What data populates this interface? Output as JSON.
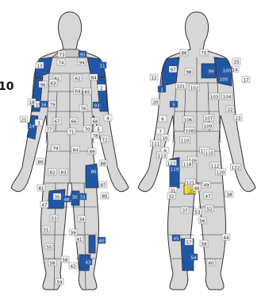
{
  "header_fragment": "10",
  "colors": {
    "blue": "#1f56a8",
    "gray": "#c9c9c9",
    "yellow": "#f1e33c",
    "outline": "#333333",
    "label_bg": "#f4f4f4"
  },
  "front_view": {
    "labels": [
      {
        "t": "73",
        "c": "gray"
      },
      {
        "t": "95",
        "c": "blue"
      },
      {
        "t": "74",
        "c": "gray"
      },
      {
        "t": "94",
        "c": "gray"
      },
      {
        "t": "13",
        "c": "gray"
      },
      {
        "t": "11",
        "c": "blue"
      },
      {
        "t": "61",
        "c": "gray"
      },
      {
        "t": "62",
        "c": "gray"
      },
      {
        "t": "84",
        "c": "gray"
      },
      {
        "t": "2",
        "c": "gray"
      },
      {
        "t": "18",
        "c": "gray"
      },
      {
        "t": "96",
        "c": "gray"
      },
      {
        "t": "63",
        "c": "gray"
      },
      {
        "t": "65",
        "c": "gray"
      },
      {
        "t": "64",
        "c": "gray"
      },
      {
        "t": "19",
        "c": "gray"
      },
      {
        "t": "16",
        "c": "blue"
      },
      {
        "t": "79",
        "c": "gray"
      },
      {
        "t": "93",
        "c": "blue"
      },
      {
        "t": "76",
        "c": "gray"
      },
      {
        "t": "21",
        "c": "gray"
      },
      {
        "t": "24",
        "c": "blue"
      },
      {
        "t": "3",
        "c": "gray"
      },
      {
        "t": "67",
        "c": "gray"
      },
      {
        "t": "66",
        "c": "gray"
      },
      {
        "t": "68",
        "c": "gray"
      },
      {
        "t": "5",
        "c": "gray"
      },
      {
        "t": "4",
        "c": "gray"
      },
      {
        "t": "77",
        "c": "gray"
      },
      {
        "t": "71",
        "c": "gray"
      },
      {
        "t": "70",
        "c": "gray"
      },
      {
        "t": "78",
        "c": "gray"
      },
      {
        "t": "72",
        "c": "gray"
      },
      {
        "t": "79",
        "c": "gray"
      },
      {
        "t": "84",
        "c": "gray"
      },
      {
        "t": "89",
        "c": "gray"
      },
      {
        "t": "88",
        "c": "gray"
      },
      {
        "t": "80",
        "c": "gray"
      },
      {
        "t": "82",
        "c": "gray"
      },
      {
        "t": "83",
        "c": "gray"
      },
      {
        "t": "86",
        "c": "blue"
      },
      {
        "t": "81",
        "c": "gray"
      },
      {
        "t": "35",
        "c": "gray"
      },
      {
        "t": "48",
        "c": "blue"
      },
      {
        "t": "30",
        "c": "blue"
      },
      {
        "t": "33",
        "c": "blue"
      },
      {
        "t": "87",
        "c": "gray"
      },
      {
        "t": "47",
        "c": "gray"
      },
      {
        "t": "85",
        "c": "gray"
      },
      {
        "t": "53",
        "c": "gray"
      },
      {
        "t": "34",
        "c": "gray"
      },
      {
        "t": "51",
        "c": "gray"
      },
      {
        "t": "55",
        "c": "gray"
      },
      {
        "t": "39",
        "c": "gray"
      },
      {
        "t": "41",
        "c": "gray"
      },
      {
        "t": "58",
        "c": "gray"
      },
      {
        "t": "58",
        "c": "gray"
      },
      {
        "t": "42",
        "c": "gray"
      },
      {
        "t": "40",
        "c": "blue"
      },
      {
        "t": "59",
        "c": "gray"
      },
      {
        "t": "43",
        "c": "blue"
      }
    ]
  },
  "back_view": {
    "labels": [
      {
        "t": "86",
        "c": "gray"
      },
      {
        "t": "75",
        "c": "gray"
      },
      {
        "t": "15",
        "c": "gray"
      },
      {
        "t": "97",
        "c": "gray"
      },
      {
        "t": "14",
        "c": "gray"
      },
      {
        "t": "98",
        "c": "gray"
      },
      {
        "t": "99",
        "c": "blue"
      },
      {
        "t": "100",
        "c": "blue"
      },
      {
        "t": "12",
        "c": "gray"
      },
      {
        "t": "101",
        "c": "gray"
      },
      {
        "t": "105",
        "c": "blue"
      },
      {
        "t": "17",
        "c": "gray"
      },
      {
        "t": "102",
        "c": "gray"
      },
      {
        "t": "103",
        "c": "gray"
      },
      {
        "t": "104",
        "c": "gray"
      },
      {
        "t": "20",
        "c": "gray"
      },
      {
        "t": "1",
        "c": "blue"
      },
      {
        "t": "5",
        "c": "blue"
      },
      {
        "t": "22",
        "c": "gray"
      },
      {
        "t": "6",
        "c": "gray"
      },
      {
        "t": "106",
        "c": "gray"
      },
      {
        "t": "107",
        "c": "gray"
      },
      {
        "t": "23",
        "c": "gray"
      },
      {
        "t": "108",
        "c": "gray"
      },
      {
        "t": "109",
        "c": "gray"
      },
      {
        "t": "7",
        "c": "gray"
      },
      {
        "t": "10",
        "c": "gray"
      },
      {
        "t": "111",
        "c": "gray"
      },
      {
        "t": "9",
        "c": "gray"
      },
      {
        "t": "110",
        "c": "gray"
      },
      {
        "t": "113",
        "c": "gray"
      },
      {
        "t": "114",
        "c": "gray"
      },
      {
        "t": "115",
        "c": "gray"
      },
      {
        "t": "116",
        "c": "gray"
      },
      {
        "t": "112",
        "c": "gray"
      },
      {
        "t": "117",
        "c": "gray"
      },
      {
        "t": "118",
        "c": "gray"
      },
      {
        "t": "119",
        "c": "blue"
      },
      {
        "t": "122",
        "c": "gray"
      },
      {
        "t": "120",
        "c": "gray"
      },
      {
        "t": "121",
        "c": "gray"
      },
      {
        "t": "31",
        "c": "gray"
      },
      {
        "t": "49",
        "c": "gray"
      },
      {
        "t": "29",
        "c": "yellow"
      },
      {
        "t": "32",
        "c": "gray"
      },
      {
        "t": "46",
        "c": "gray"
      },
      {
        "t": "47",
        "c": "gray"
      },
      {
        "t": "38",
        "c": "gray"
      },
      {
        "t": "37",
        "c": "gray"
      },
      {
        "t": "53",
        "c": "gray"
      },
      {
        "t": "52",
        "c": "gray"
      },
      {
        "t": "56",
        "c": "gray"
      },
      {
        "t": "44",
        "c": "gray"
      },
      {
        "t": "45",
        "c": "blue"
      },
      {
        "t": "57",
        "c": "gray"
      },
      {
        "t": "58",
        "c": "gray"
      },
      {
        "t": "54",
        "c": "blue"
      },
      {
        "t": "60",
        "c": "gray"
      }
    ]
  }
}
